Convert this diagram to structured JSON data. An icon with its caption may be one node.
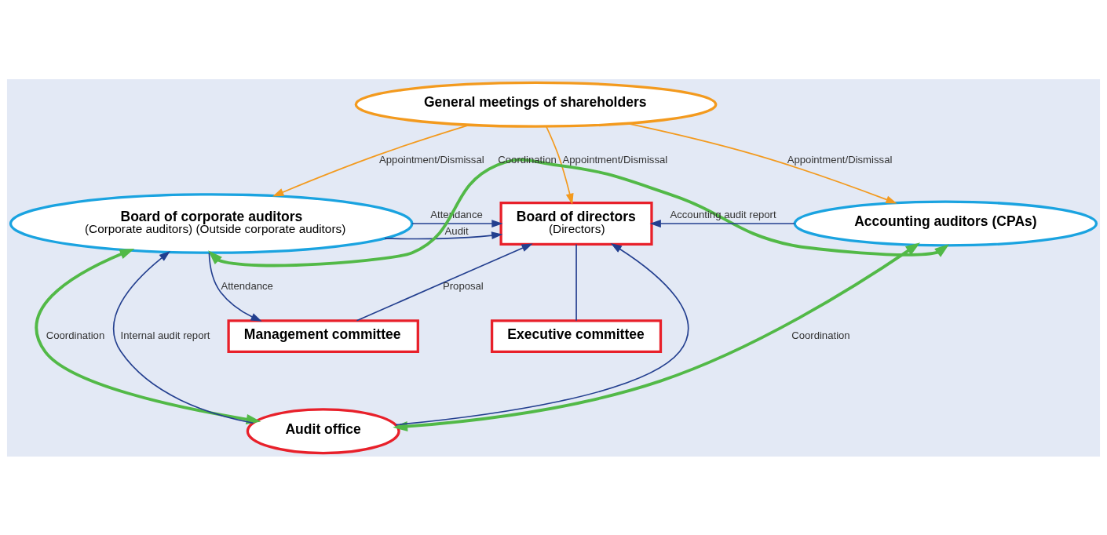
{
  "diagram": {
    "nodes": [
      {
        "text": [
          "General meetings of shareholders"
        ]
      },
      {
        "text": [
          "Board of corporate auditors",
          "(Corporate auditors) (Outside corporate auditors)"
        ]
      },
      {
        "text": [
          "Board of directors",
          "(Directors)"
        ]
      },
      {
        "text": [
          "Accounting auditors (CPAs)"
        ]
      },
      {
        "text": [
          "Management committee"
        ]
      },
      {
        "text": [
          "Executive committee"
        ]
      },
      {
        "text": [
          "Audit office"
        ]
      }
    ],
    "edges": [
      {
        "from": 0,
        "to": 1,
        "arrow": "to",
        "label": "Appointment/Dismissal",
        "color": "#f39a1e"
      },
      {
        "from": 0,
        "to": 2,
        "arrow": "to",
        "label": "Appointment/Dismissal",
        "color": "#f39a1e"
      },
      {
        "from": 0,
        "to": 3,
        "arrow": "to",
        "label": "Appointment/Dismissal",
        "color": "#f39a1e"
      },
      {
        "from": 1,
        "to": 2,
        "arrow": "to",
        "label": "Attendance"
      },
      {
        "from": 1,
        "to": 2,
        "arrow": "to",
        "label": "Audit"
      },
      {
        "from": 3,
        "to": 2,
        "arrow": "to",
        "label": "Accounting audit report"
      },
      {
        "from": 1,
        "to": 4,
        "arrow": "to",
        "label": "Attendance"
      },
      {
        "from": 4,
        "to": 2,
        "arrow": "to",
        "label": "Proposal"
      },
      {
        "from": 2,
        "to": 5,
        "arrow": "none"
      },
      {
        "from": 6,
        "to": 2,
        "arrow": "to"
      },
      {
        "from": 6,
        "to": 1,
        "arrow": "to",
        "label": "Internal audit report"
      },
      {
        "from": 1,
        "to": 6,
        "arrow": "both",
        "label": "Coordination",
        "color": "#52b947",
        "style": "thick"
      },
      {
        "from": 3,
        "to": 6,
        "arrow": "both",
        "label": "Coordination",
        "color": "#52b947",
        "style": "thick"
      },
      {
        "from": 1,
        "to": 3,
        "arrow": "both",
        "label": "Coordination",
        "color": "#52b947",
        "style": "thick"
      }
    ]
  }
}
